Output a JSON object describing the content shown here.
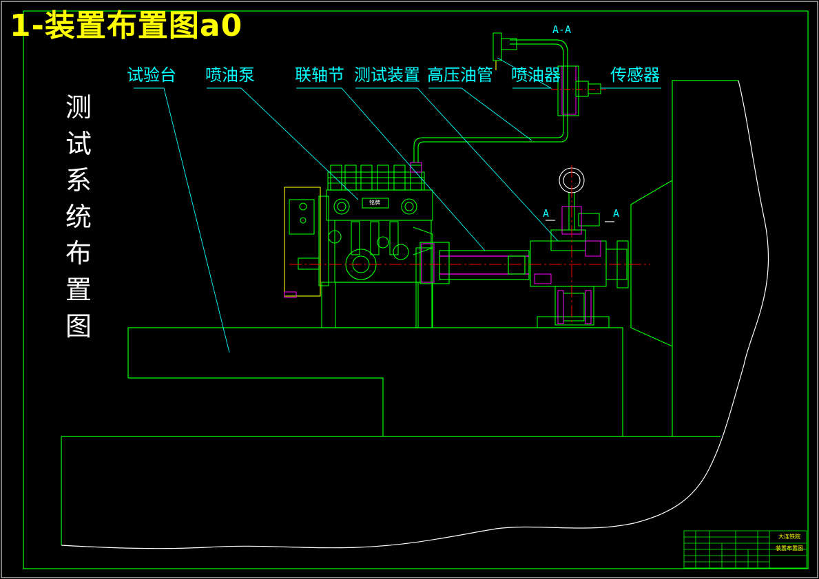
{
  "title": "1-装置布置图a0",
  "vertical_title": [
    "测",
    "试",
    "系",
    "统",
    "布",
    "置",
    "图"
  ],
  "labels": {
    "test_bench": "试验台",
    "injection_pump": "喷油泵",
    "coupling": "联轴节",
    "test_device": "测试装置",
    "hp_pipe": "高压油管",
    "injector": "喷油器",
    "sensor": "传感器"
  },
  "section_marks": {
    "top": "A-A",
    "left": "A",
    "right": "A"
  },
  "pump_plate": "铭牌",
  "title_block": {
    "school": "大连铁院",
    "drawing_name": "装置布置图"
  },
  "colors": {
    "background": "#000000",
    "frame": "#00ff00",
    "parts": "#00ff00",
    "leaders": "#00ffff",
    "labels": "#00ffff",
    "title": "#ffff00",
    "hatch": "#ff00ff",
    "centerline": "#ff0000",
    "outline": "#ffffff"
  }
}
